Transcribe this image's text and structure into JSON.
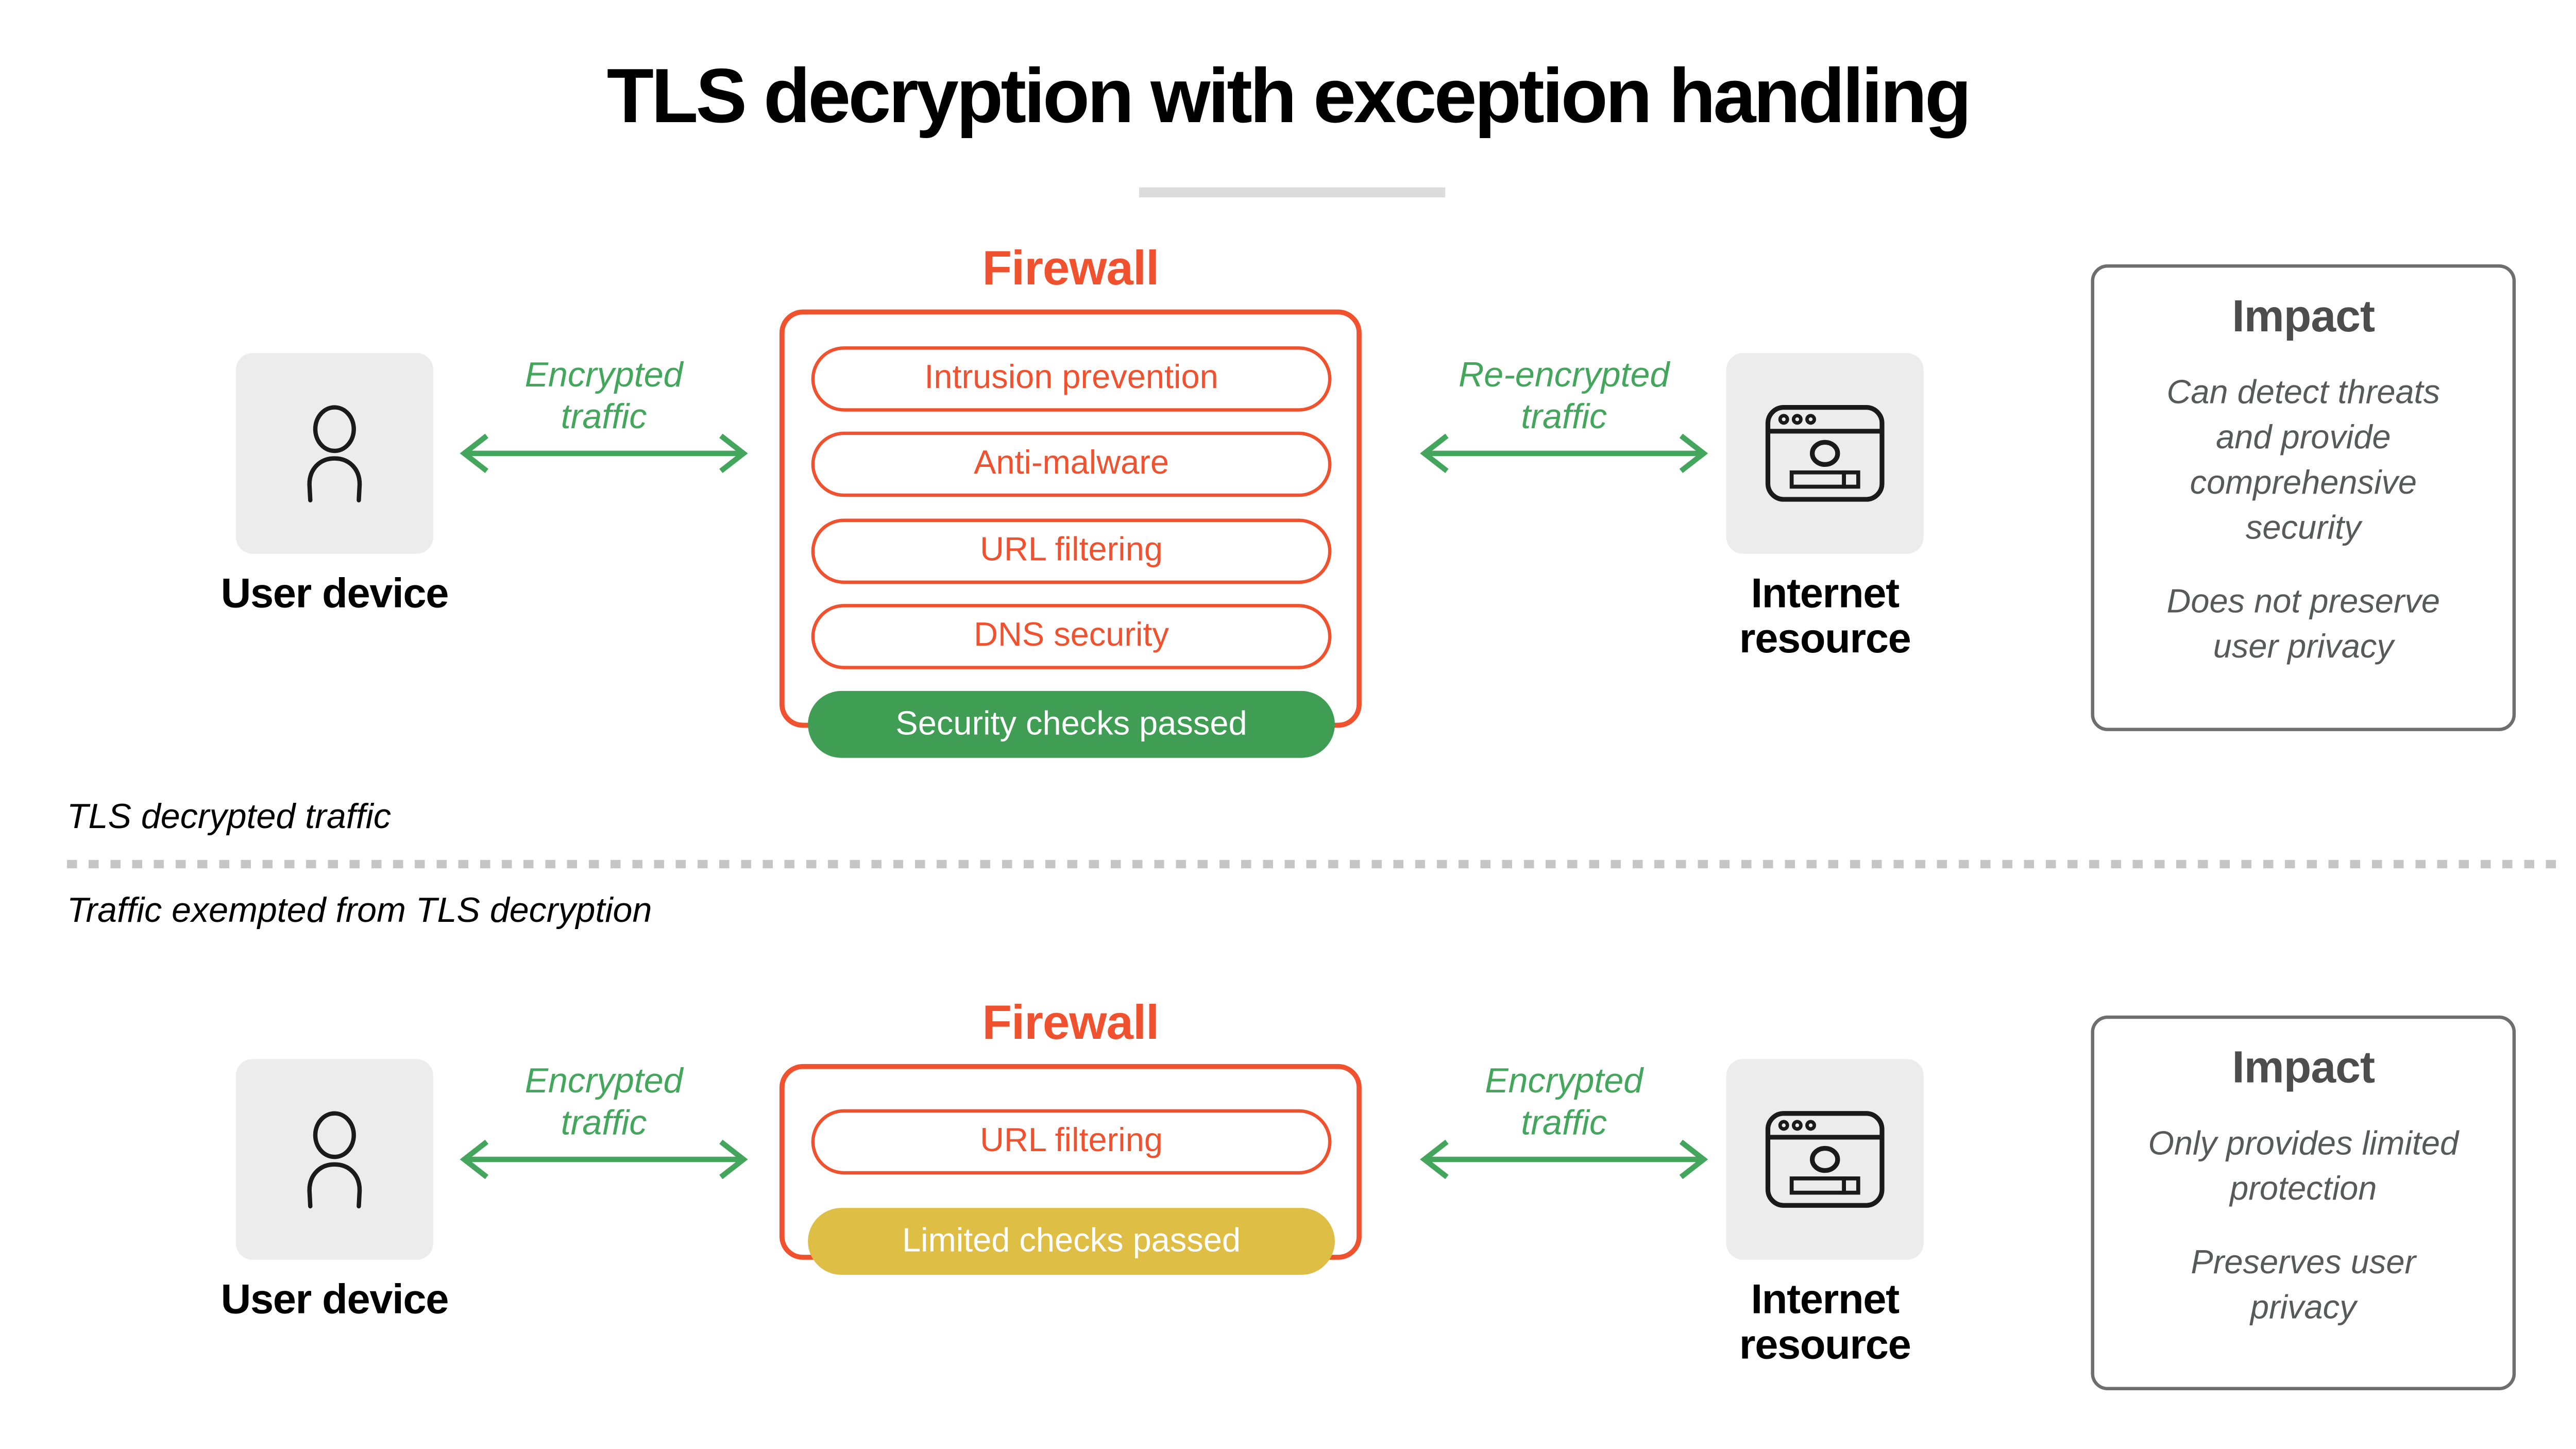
{
  "title": "TLS decryption with exception handling",
  "colors": {
    "orange": "#F0512F",
    "arrow_green": "#44A55C",
    "passed_green": "#3F9E54",
    "limited_yellow": "#DFBE45",
    "card_gray": "#ECECEC",
    "impact_text": "#58595B"
  },
  "divider": {
    "above": "TLS decrypted traffic",
    "below": "Traffic exempted from TLS decryption"
  },
  "sections": [
    {
      "name": "tls-decrypted",
      "user_device": {
        "label": "User device"
      },
      "left_arrow": {
        "label": "Encrypted traffic"
      },
      "firewall": {
        "title": "Firewall",
        "checks": [
          "Intrusion prevention",
          "Anti-malware",
          "URL filtering",
          "DNS security"
        ],
        "result": "Security checks passed"
      },
      "right_arrow": {
        "label": "Re-encrypted traffic"
      },
      "internet_resource": {
        "label": "Internet resource"
      },
      "impact": {
        "title": "Impact",
        "points": [
          "Can detect threats and provide comprehensive security",
          "Does not preserve user privacy"
        ]
      }
    },
    {
      "name": "tls-exempted",
      "user_device": {
        "label": "User device"
      },
      "left_arrow": {
        "label": "Encrypted traffic"
      },
      "firewall": {
        "title": "Firewall",
        "checks": [
          "URL filtering"
        ],
        "result": "Limited checks passed"
      },
      "right_arrow": {
        "label": "Encrypted traffic"
      },
      "internet_resource": {
        "label": "Internet resource"
      },
      "impact": {
        "title": "Impact",
        "points": [
          "Only provides limited protection",
          "Preserves user privacy"
        ]
      }
    }
  ]
}
